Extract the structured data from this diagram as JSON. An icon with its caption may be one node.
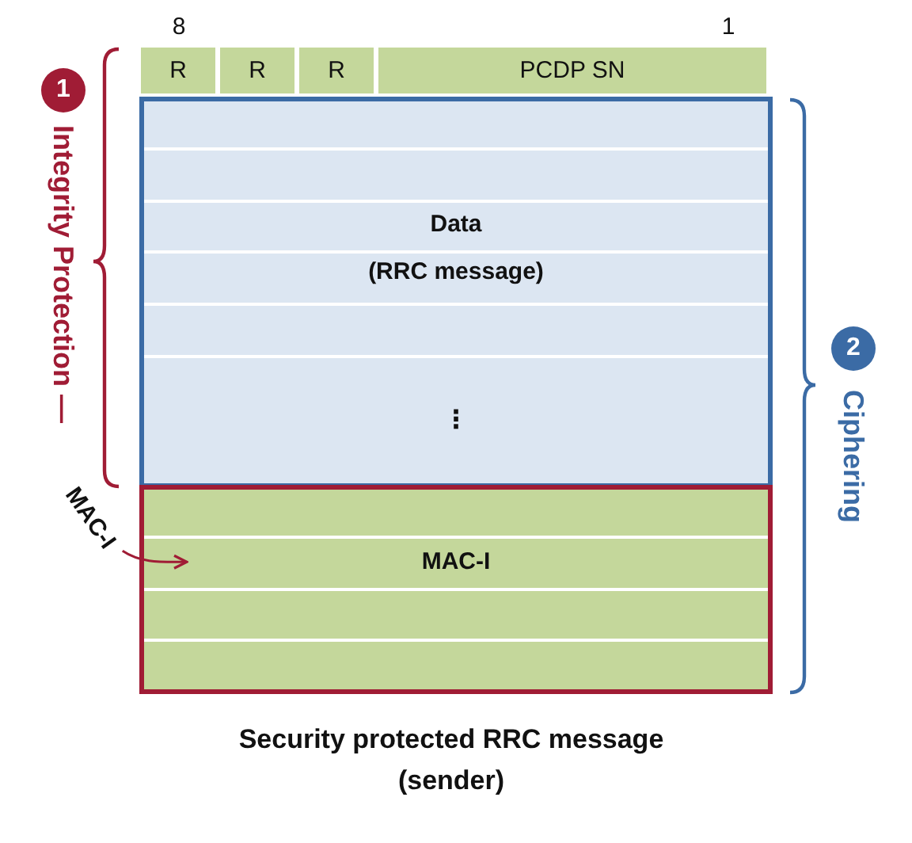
{
  "diagram": {
    "caption": "Security protected RRC message (sender)",
    "nodes": [
      {
        "text": [
          "R"
        ]
      },
      {
        "text": [
          "R"
        ]
      },
      {
        "text": [
          "R"
        ]
      },
      {
        "text": [
          "PCDP SN"
        ]
      },
      {
        "text": [
          "1"
        ],
        "beside": [
          "Integrity Protection —"
        ]
      },
      {
        "text": [
          "Data",
          "(RRC message)",
          "⋮"
        ]
      },
      {
        "text": [
          "2"
        ],
        "beside": [
          "Ciphering"
        ]
      },
      {
        "text": [
          "MAC-I"
        ]
      },
      {
        "text": [
          "MAC-I"
        ]
      }
    ],
    "edges": [
      {
        "from": 7,
        "to": 8,
        "arrow": "to"
      }
    ],
    "labels": [
      "8",
      "1"
    ]
  }
}
